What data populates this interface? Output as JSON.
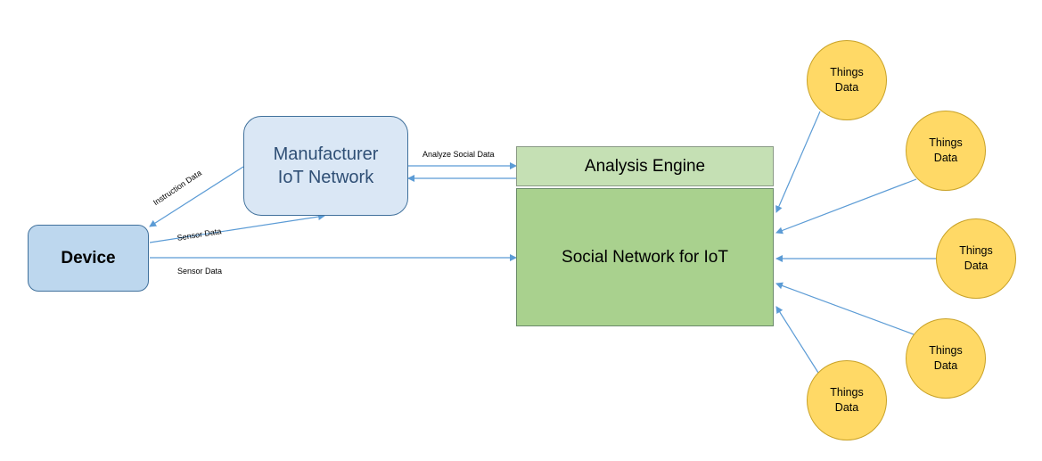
{
  "nodes": {
    "device": "Device",
    "manufacturer": [
      "Manufacturer",
      "IoT Network"
    ],
    "analysis_engine": "Analysis Engine",
    "social_network": "Social Network for IoT"
  },
  "things": [
    [
      "Things",
      "Data"
    ],
    [
      "Things",
      "Data"
    ],
    [
      "Things",
      "Data"
    ],
    [
      "Things",
      "Data"
    ],
    [
      "Things",
      "Data"
    ]
  ],
  "edges": {
    "instruction": "Instruction Data",
    "sensor_to_manufacturer": "Sensor Data",
    "sensor_to_social": "Sensor Data",
    "analyze_social": "Analyze Social Data"
  },
  "colors": {
    "arrow": "#5b9bd5",
    "device_fill": "#bdd7ee",
    "manufacturer_fill": "#dae7f5",
    "analysis_fill": "#c5e0b4",
    "social_fill": "#a9d18e",
    "things_fill": "#ffd966"
  }
}
